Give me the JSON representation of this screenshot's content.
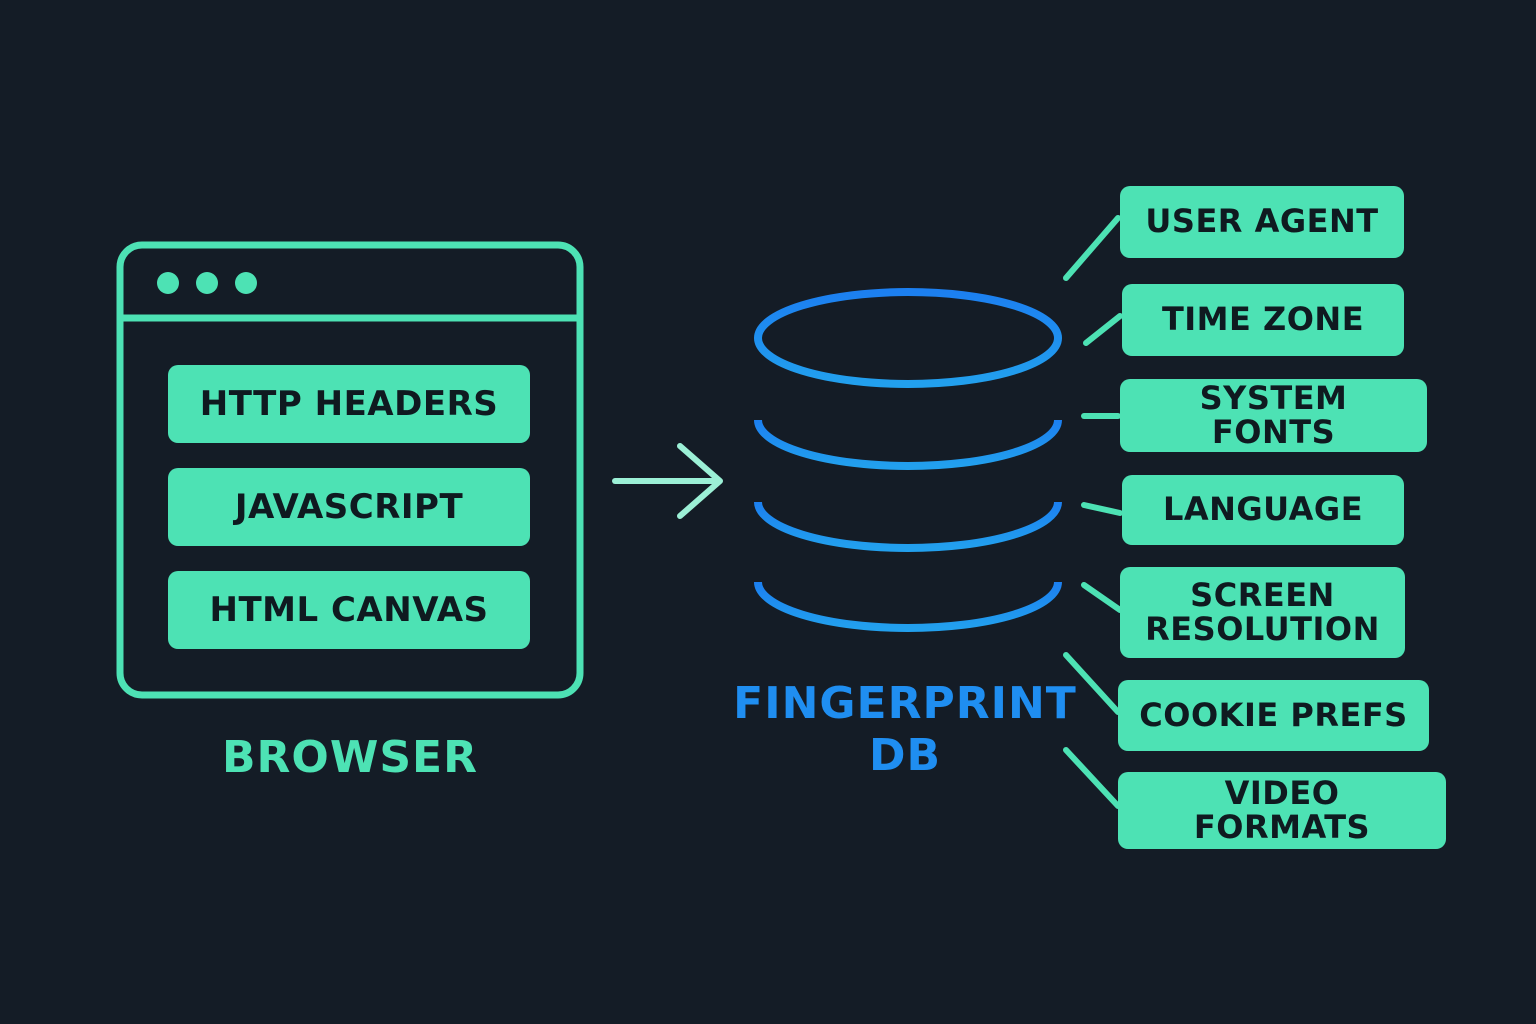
{
  "colors": {
    "background": "#141c26",
    "accent_green": "#4de2b4",
    "accent_blue": "#1f8ef1",
    "tag_text": "#0f1a20"
  },
  "browser": {
    "label": "BROWSER",
    "items": [
      "HTTP HEADERS",
      "JAVASCRIPT",
      "HTML CANVAS"
    ]
  },
  "database": {
    "label_line1": "FINGERPRINT",
    "label_line2": "DB"
  },
  "attributes": [
    "USER AGENT",
    "TIME ZONE",
    "SYSTEM FONTS",
    "LANGUAGE",
    "SCREEN RESOLUTION",
    "COOKIE PREFS",
    "VIDEO FORMATS"
  ]
}
